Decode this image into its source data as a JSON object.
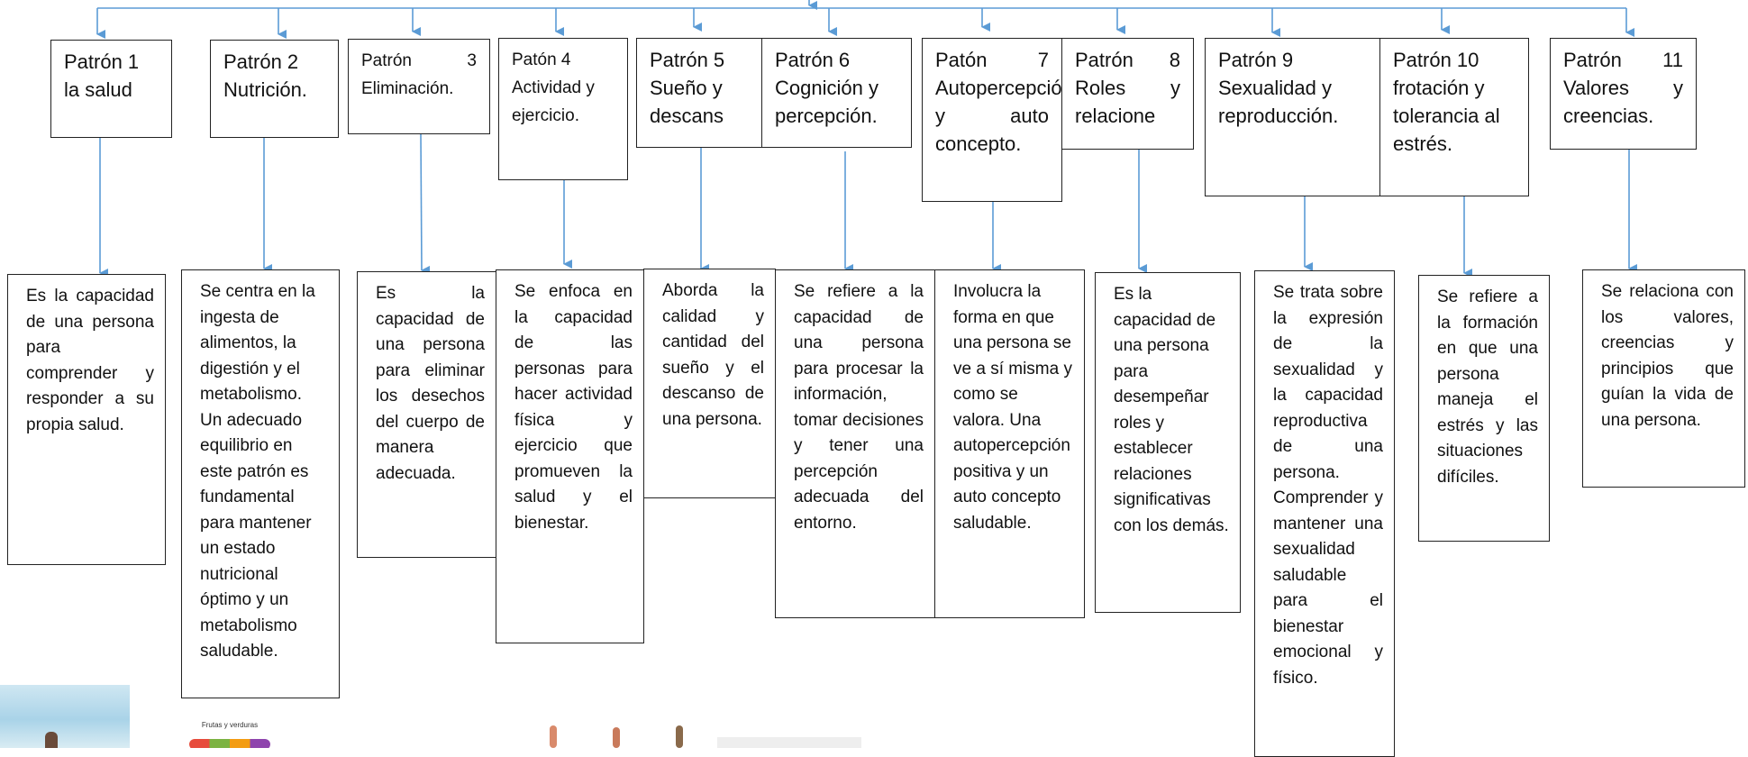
{
  "patterns": [
    {
      "title": "Patrón 1 la salud",
      "description": "Es la capacidad de una persona para comprender y responder a su propia salud."
    },
    {
      "title": "Patrón 2 Nutrición.",
      "description": "Se centra en la ingesta de alimentos, la digestión y el metabolismo. Un adecuado equilibrio en este patrón es fundamental para mantener un estado nutricional óptimo y un metabolismo saludable."
    },
    {
      "title": "Patrón 3 Eliminación.",
      "description": "Es la capacidad de una persona para eliminar los desechos del cuerpo de manera adecuada."
    },
    {
      "title": "Patón 4 Actividad y ejercicio.",
      "description": "Se enfoca en la capacidad de las personas para hacer actividad física y ejercicio que promueven la salud y el bienestar."
    },
    {
      "title": "Patrón 5 Sueño y descans",
      "description": "Aborda la calidad y cantidad del sueño y el descanso de una persona."
    },
    {
      "title": "Patrón 6 Cognición y percepción.",
      "description": "Se refiere a la capacidad de una persona para procesar la información, tomar decisiones y tener una percepción adecuada del entorno."
    },
    {
      "title": "Patón 7 Autopercepción y auto concepto.",
      "description": "Involucra la forma en que una persona se ve a sí misma y como se valora. Una autopercepción positiva y un auto concepto saludable."
    },
    {
      "title": "Patrón 8 Roles y relacione",
      "description": "Es la capacidad de una persona para desempeñar roles y establecer relaciones significativas con los demás."
    },
    {
      "title": "Patrón 9 Sexualidad y reproducción.",
      "description": "Se trata sobre la expresión de la sexualidad y la capacidad reproductiva de una persona. Comprender y mantener una sexualidad saludable para el bienestar emocional y físico."
    },
    {
      "title": "Patrón 10 frotación y tolerancia al estrés.",
      "description": "Se refiere a la formación en que una persona maneja el estrés y las situaciones difíciles."
    },
    {
      "title": "Patrón 11 Valores y creencias.",
      "description": "Se relaciona con los valores, creencias y principios que guían la vida de una persona."
    }
  ],
  "images": {
    "thumb_2_caption": "Frutas y verduras"
  },
  "colors": {
    "arrow": "#5b9bd5",
    "border": "#222222"
  }
}
